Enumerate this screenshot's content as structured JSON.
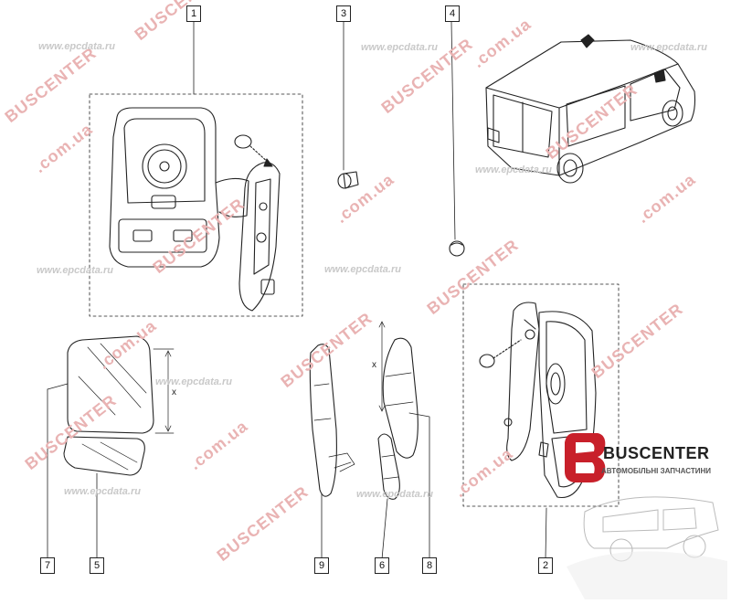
{
  "callouts": {
    "c1": "1",
    "c2": "2",
    "c3": "3",
    "c4": "4",
    "c5": "5",
    "c6": "6",
    "c7": "7",
    "c8": "8",
    "c9": "9"
  },
  "dimension_labels": {
    "x_left": "x",
    "x_mid": "x"
  },
  "watermark": {
    "brand": "BUSCENTER",
    "domain": ".com.ua",
    "url": "www.epcdata.ru"
  },
  "logo": {
    "name": "BUSCENTER",
    "subtitle": "АВТОМОБІЛЬНІ ЗАПЧАСТИНИ"
  },
  "colors": {
    "line": "#222222",
    "watermark": "#e9b3b3",
    "logo_red": "#c8202a"
  }
}
